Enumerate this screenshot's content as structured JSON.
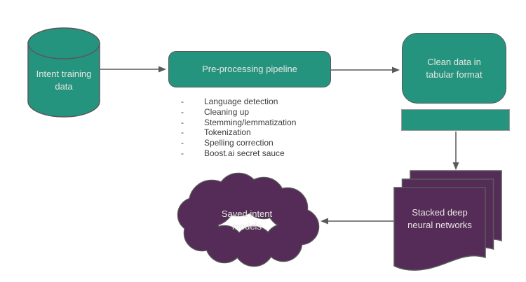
{
  "colors": {
    "teal": "#24947E",
    "purple": "#542C57",
    "stroke": "#595959",
    "border-light": "#9C9C9C",
    "label-light": "#E8E6E3",
    "text-dark": "#3D3D3D",
    "bg": "#FFFFFF"
  },
  "nodes": {
    "intent_db": {
      "label": "Intent training data",
      "shape": "cylinder"
    },
    "pipeline": {
      "label": "Pre-processing pipeline",
      "shape": "rounded-rectangle"
    },
    "clean_data": {
      "label": "Clean data in tabular format",
      "shape": "rounded-rectangle"
    },
    "buffer": {
      "label": "",
      "shape": "rectangle"
    },
    "stacked": {
      "label": "Stacked deep neural networks",
      "shape": "stacked-documents"
    },
    "cloud": {
      "label": "Saved intent models",
      "shape": "cloud"
    }
  },
  "pipeline_steps": {
    "bullet": "-",
    "items": [
      "Language detection",
      "Cleaning up",
      "Stemming/lemmatization",
      "Tokenization",
      "Spelling correction",
      "Boost.ai secret sauce"
    ]
  }
}
